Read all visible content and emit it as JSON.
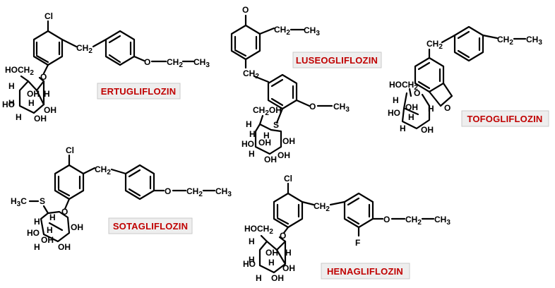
{
  "compounds": [
    {
      "name": "ERTUGLIFLOZIN"
    },
    {
      "name": "LUSEOGLIFLOZIN"
    },
    {
      "name": "TOFOGLIFLOZIN"
    },
    {
      "name": "SOTAGLIFLOZIN"
    },
    {
      "name": "HENAGLIFLOZIN"
    }
  ],
  "atoms": {
    "cl": "Cl",
    "o": "O",
    "s": "S",
    "f": "F",
    "h": "H",
    "oh": "OH",
    "ho": "HO",
    "ch2": "CH",
    "ch3": "CH",
    "sub2": "2",
    "sub3": "3",
    "hoch2": "HOCH",
    "ch2oh": "CH",
    "ch2oh_tail": "OH",
    "h3c": "H",
    "h3c_tail": "C",
    "o_ch2_ch3_o": "O",
    "dash": "—"
  }
}
